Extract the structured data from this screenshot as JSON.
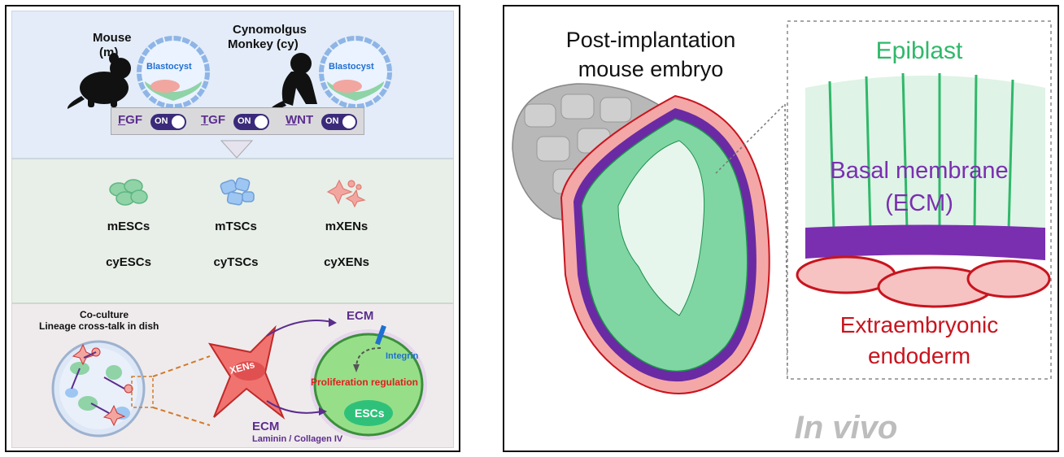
{
  "left_panel": {
    "species_mouse": "Mouse",
    "species_mouse_abbr": "(m)",
    "species_cy_line1": "Cynomolgus",
    "species_cy_line2": "Monkey (cy)",
    "blastocyst_label": "Blastocyst",
    "signals": [
      {
        "prefix": "F",
        "rest": "GF",
        "state": "ON"
      },
      {
        "prefix": "T",
        "rest": "GF",
        "state": "ON"
      },
      {
        "prefix": "W",
        "rest": "NT",
        "state": "ON"
      }
    ],
    "cell_lines": [
      {
        "mouse": "mESCs",
        "cy": "cyESCs",
        "icon": "esc-cluster-icon"
      },
      {
        "mouse": "mTSCs",
        "cy": "cyTSCs",
        "icon": "tsc-cluster-icon"
      },
      {
        "mouse": "mXENs",
        "cy": "cyXENs",
        "icon": "xen-cluster-icon"
      }
    ],
    "coculture_line1": "Co-culture",
    "coculture_line2": "Lineage cross-talk in dish",
    "xen_label": "XENs",
    "esc_label": "ESCs",
    "ecm_top": "ECM",
    "integrin": "Integrin",
    "prolif": "Proliferation regulation",
    "ecm_bottom": "ECM",
    "ecm_bottom_sub": "Laminin / Collagen IV",
    "colors": {
      "purple": "#5b2d8e",
      "red": "#e02020",
      "blue": "#1f6fd1",
      "green": "#5cc98c"
    }
  },
  "right_panel": {
    "title_line1": "Post-implantation",
    "title_line2": "mouse embryo",
    "epiblast": "Epiblast",
    "basal_line1": "Basal membrane",
    "basal_line2": "(ECM)",
    "extra_line1": "Extraembryonic",
    "extra_line2": "endoderm",
    "in_vivo": "In vivo",
    "colors": {
      "epiblast": "#2fb86a",
      "basal": "#7a2fb0",
      "endoderm": "#c8141e",
      "invivo": "#bdbdbd"
    }
  }
}
